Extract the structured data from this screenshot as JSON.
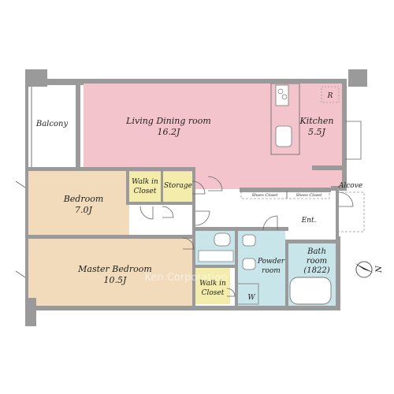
{
  "rooms": {
    "balcony": "Balcony",
    "ldk_name": "Living Dining room",
    "ldk_size": "16.2J",
    "kitchen_name": "Kitchen",
    "kitchen_size": "5.5J",
    "fridge": "R",
    "walkin1_line1": "Walk in",
    "walkin1_line2": "Closet",
    "storage": "Storage",
    "alcove": "Alcove",
    "shoes1": "Shoes Closet",
    "shoes2": "Shoes Closet",
    "bedroom_name": "Bedroom",
    "bedroom_size": "7.0J",
    "entrance": "Ent.",
    "master_name": "Master Bedroom",
    "master_size": "10.5J",
    "walkin2_line1": "Walk in",
    "walkin2_line2": "Closet",
    "powder_line1": "Powder",
    "powder_line2": "room",
    "bath_line1": "Bath",
    "bath_line2": "room",
    "bath_size": "(1822)",
    "washer": "W"
  },
  "compass": {
    "label": "N"
  },
  "watermark": "Ken Corporation",
  "colors": {
    "ldk": "#f4c4cc",
    "bedroom": "#f1dbbb",
    "closet": "#f3ecaa",
    "wet": "#c8e6ea",
    "corridor": "#ffffff",
    "wall": "#9a9a9a"
  }
}
